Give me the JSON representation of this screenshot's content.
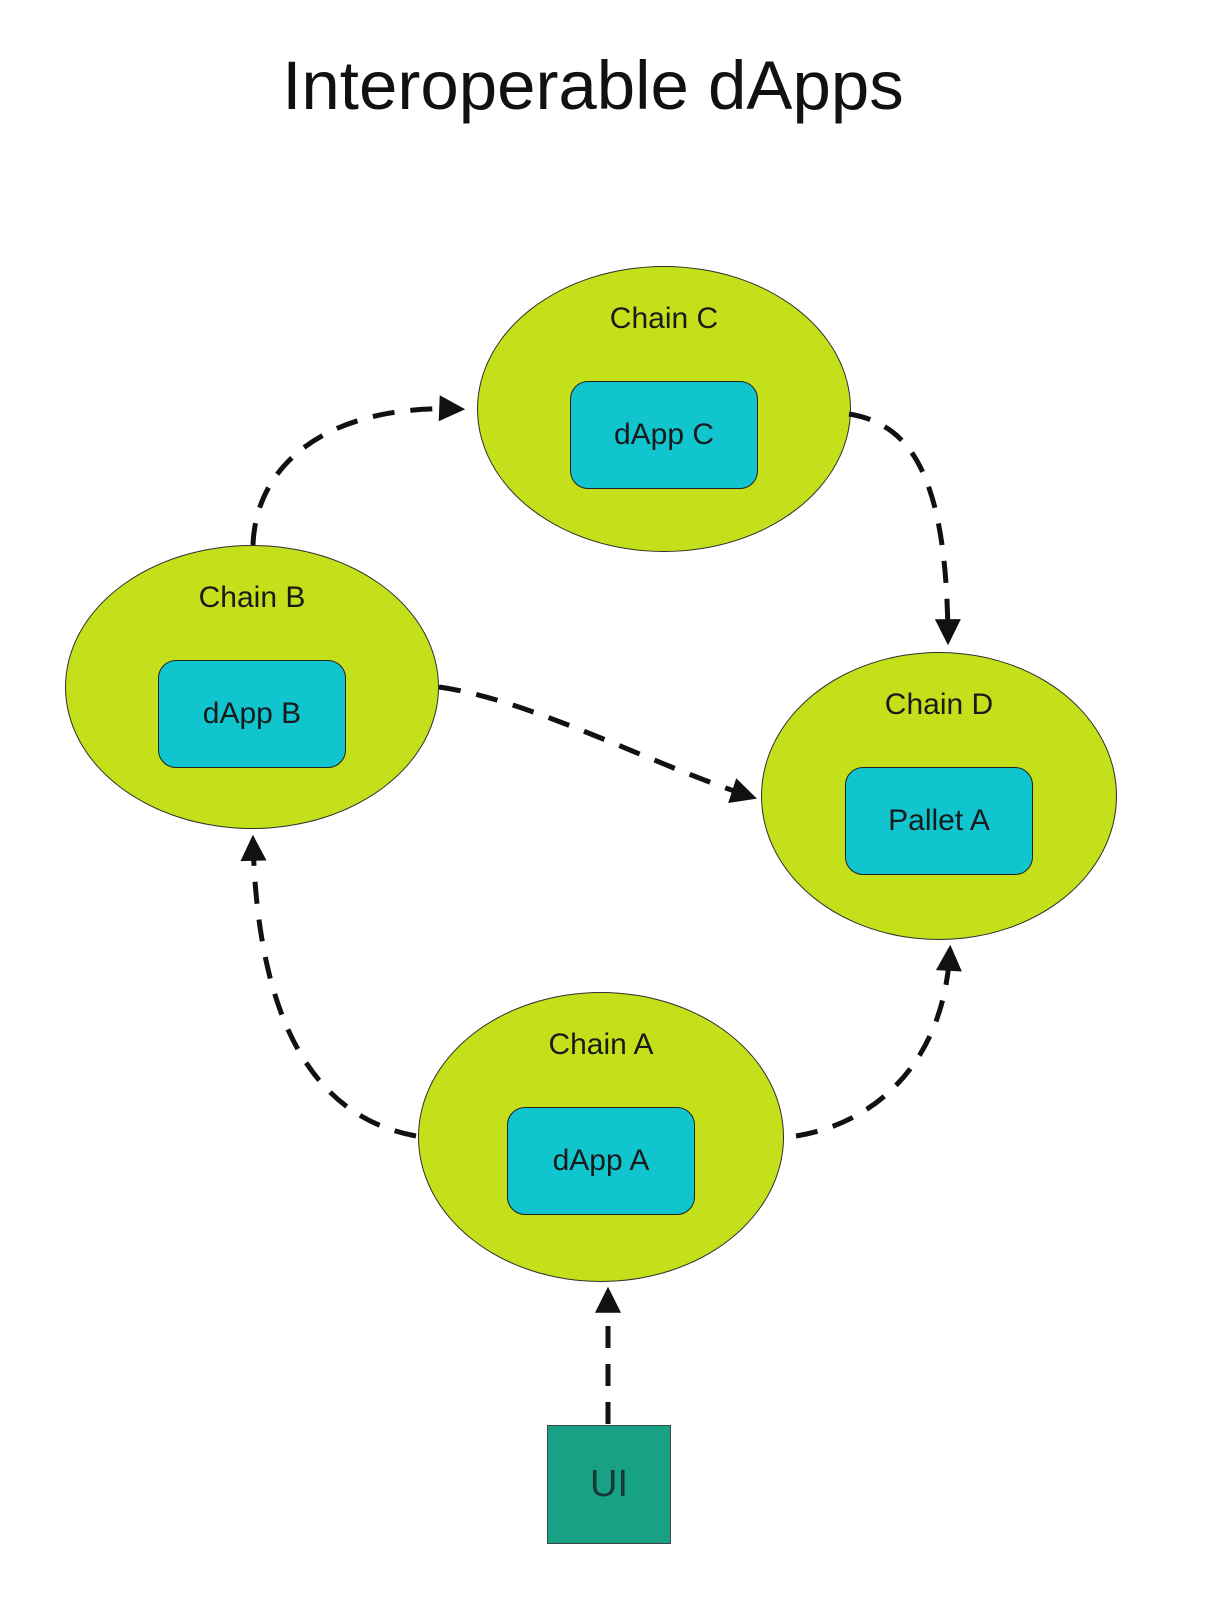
{
  "title": "Interoperable dApps",
  "colors": {
    "chain_fill": "#c4e01a",
    "chain_border": "#2f2f2f",
    "app_fill": "#10c5ce",
    "app_border": "#222222",
    "ui_fill": "#18a184",
    "ui_border": "#444444",
    "arrow": "#111111",
    "text": "#1a1a1a",
    "background": "#ffffff"
  },
  "nodes": {
    "chain_c": {
      "label": "Chain C",
      "app_label": "dApp C"
    },
    "chain_b": {
      "label": "Chain B",
      "app_label": "dApp B"
    },
    "chain_d": {
      "label": "Chain D",
      "app_label": "Pallet A"
    },
    "chain_a": {
      "label": "Chain A",
      "app_label": "dApp A"
    }
  },
  "ui_node": {
    "label": "UI"
  },
  "edges": [
    {
      "from": "Chain B",
      "to": "Chain C",
      "style": "dashed-arrow"
    },
    {
      "from": "Chain C",
      "to": "Chain D",
      "style": "dashed-arrow"
    },
    {
      "from": "Chain B",
      "to": "Chain D",
      "style": "dashed-arrow"
    },
    {
      "from": "Chain A",
      "to": "Chain B",
      "style": "dashed-arrow"
    },
    {
      "from": "Chain A",
      "to": "Chain D",
      "style": "dashed-arrow"
    },
    {
      "from": "UI",
      "to": "Chain A",
      "style": "dashed-arrow"
    }
  ]
}
